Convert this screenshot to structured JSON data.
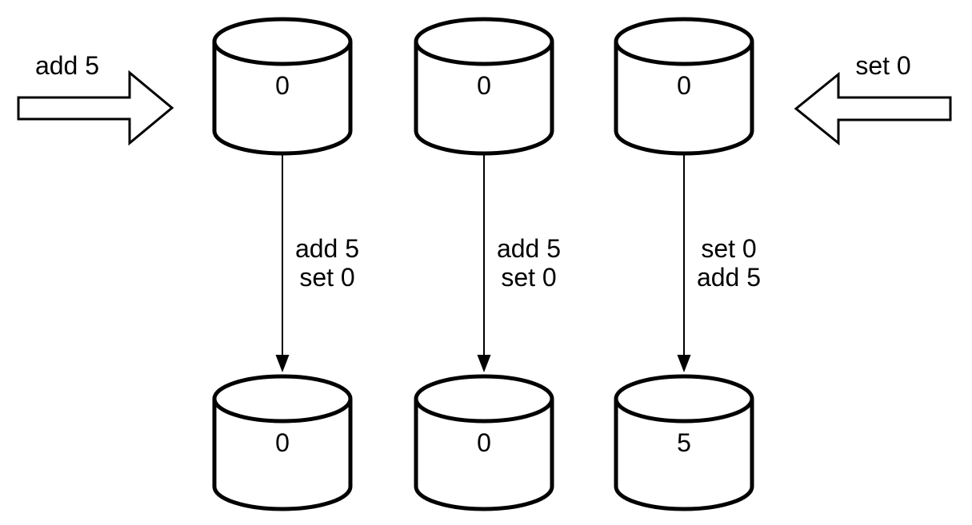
{
  "diagram": {
    "background": "#ffffff",
    "stroke_color": "#000000",
    "text_color": "#000000",
    "left_input": {
      "label": "add 5",
      "direction": "right"
    },
    "right_input": {
      "label": "set 0",
      "direction": "left"
    },
    "columns": [
      {
        "top_value": "0",
        "op_line1": "add 5",
        "op_line2": "set 0",
        "bottom_value": "0"
      },
      {
        "top_value": "0",
        "op_line1": "add 5",
        "op_line2": "set 0",
        "bottom_value": "0"
      },
      {
        "top_value": "0",
        "op_line1": "set 0",
        "op_line2": "add 5",
        "bottom_value": "5"
      }
    ]
  }
}
